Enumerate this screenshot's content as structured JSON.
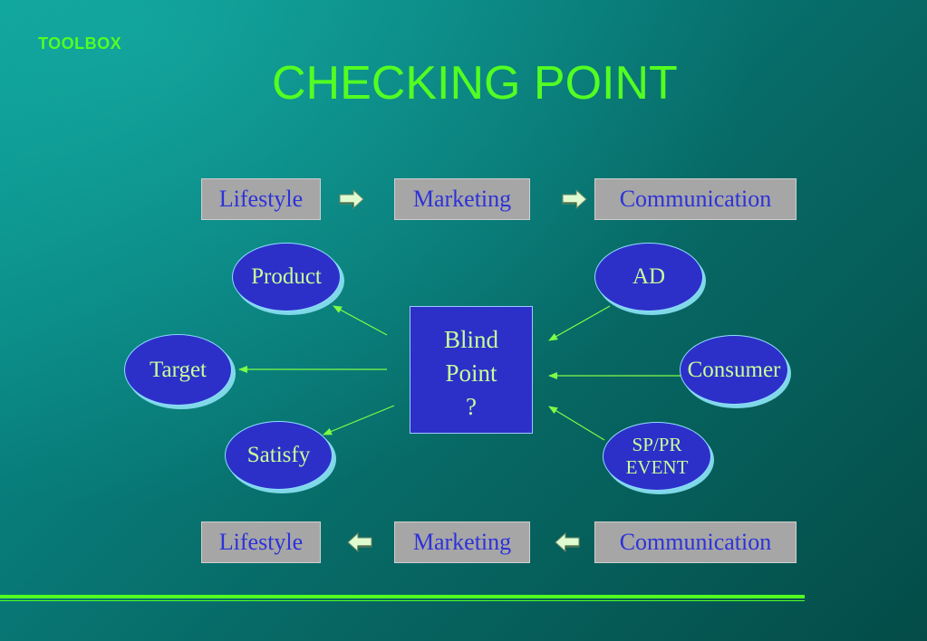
{
  "header": {
    "brand": "TOOLBOX",
    "title": "CHECKING POINT"
  },
  "top_flow": [
    "Lifestyle",
    "Marketing",
    "Communication"
  ],
  "bottom_flow": [
    "Lifestyle",
    "Marketing",
    "Communication"
  ],
  "center": {
    "line1": "Blind",
    "line2": "Point",
    "line3": "?"
  },
  "left_nodes": {
    "product": "Product",
    "target": "Target",
    "satisfy": "Satisfy"
  },
  "right_nodes": {
    "ad": "AD",
    "consumer": "Consumer",
    "sppr_line1": "SP/PR",
    "sppr_line2": "EVENT"
  },
  "colors": {
    "title_green": "#52ff21",
    "box_gray": "#a6a6a6",
    "box_text_blue": "#2d32d8",
    "node_blue": "#2c30c8",
    "node_text": "#c9ff9a",
    "arrow_fill": "#dffbd0",
    "connector_green": "#7dff45"
  },
  "icons": {
    "flow_arrow_right": "right-arrow-icon",
    "flow_arrow_left": "left-arrow-icon"
  }
}
